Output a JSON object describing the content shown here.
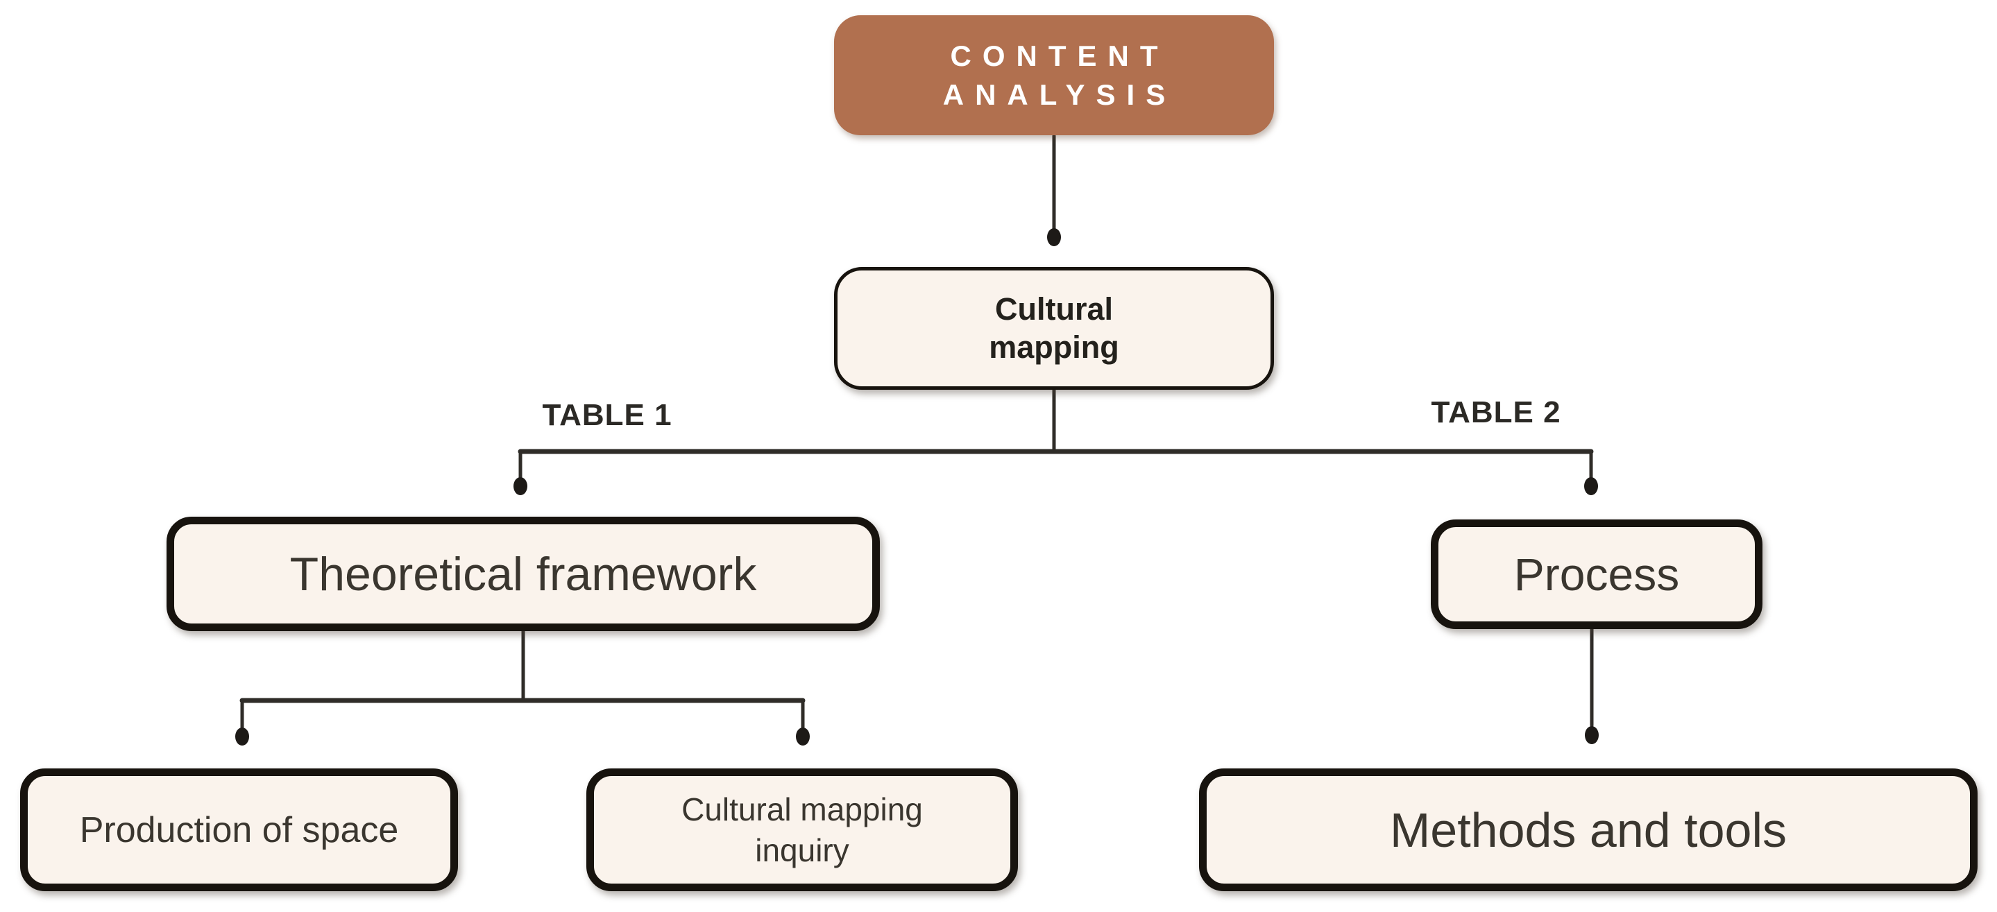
{
  "diagram": {
    "title": "CONTENT ANALYSIS",
    "nodes": {
      "content_analysis": {
        "label": "CONTENT ANALYSIS"
      },
      "cultural_mapping": {
        "label": "Cultural mapping"
      },
      "theoretical_framework": {
        "label": "Theoretical framework"
      },
      "process": {
        "label": "Process"
      },
      "production_of_space": {
        "label": "Production of space"
      },
      "cultural_mapping_inquiry": {
        "label": "Cultural mapping inquiry"
      },
      "methods_and_tools": {
        "label": "Methods and tools"
      }
    },
    "section_labels": {
      "table1": "TABLE 1",
      "table2": "TABLE 2"
    },
    "edges": [
      {
        "from": "content_analysis",
        "to": "cultural_mapping"
      },
      {
        "from": "cultural_mapping",
        "to": "theoretical_framework"
      },
      {
        "from": "cultural_mapping",
        "to": "process"
      },
      {
        "from": "theoretical_framework",
        "to": "production_of_space"
      },
      {
        "from": "theoretical_framework",
        "to": "cultural_mapping_inquiry"
      },
      {
        "from": "process",
        "to": "methods_and_tools"
      }
    ],
    "colors": {
      "root_fill": "#b1704f",
      "root_text": "#ffffff",
      "node_fill": "#faf3ec",
      "node_border": "#17130e",
      "node_text": "#3a362f",
      "bold_text": "#23211c",
      "connector": "#2f2c28",
      "background": "#ffffff"
    }
  }
}
